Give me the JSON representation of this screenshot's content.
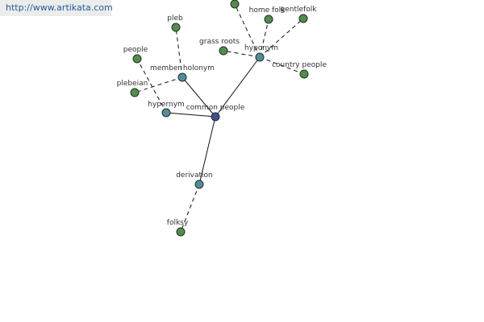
{
  "watermark": {
    "url": "http://www.artikata.com"
  },
  "colors": {
    "center_node": "#3c4f9a",
    "relation_node": "#4f8f99",
    "word_node": "#4f8f4a",
    "node_stroke": "#2a2a2a",
    "edge": "#111111",
    "label": "#333333"
  },
  "graph": {
    "center": {
      "id": "common-people",
      "label": "common people"
    },
    "relations": [
      {
        "id": "hypernym",
        "label": "hypernym"
      },
      {
        "id": "member-holonym",
        "label": "member holonym"
      },
      {
        "id": "hyponym",
        "label": "hyponym"
      },
      {
        "id": "derivation",
        "label": "derivation"
      }
    ],
    "words": [
      {
        "id": "plebeian",
        "label": "plebeian",
        "relation": "member-holonym"
      },
      {
        "id": "people",
        "label": "people",
        "relation": "hypernym"
      },
      {
        "id": "pleb",
        "label": "pleb",
        "relation": "member-holonym"
      },
      {
        "id": "grass-roots",
        "label": "grass roots",
        "relation": "hyponym"
      },
      {
        "id": "home-folk",
        "label": "home folk",
        "relation": "hyponym"
      },
      {
        "id": "gentlefolk",
        "label": "gentlefolk",
        "relation": "hyponym"
      },
      {
        "id": "country-people",
        "label": "country people",
        "relation": "hyponym"
      },
      {
        "id": "unlabeled-top",
        "label": "",
        "relation": "hyponym"
      },
      {
        "id": "folksy",
        "label": "folksy",
        "relation": "derivation"
      }
    ]
  }
}
